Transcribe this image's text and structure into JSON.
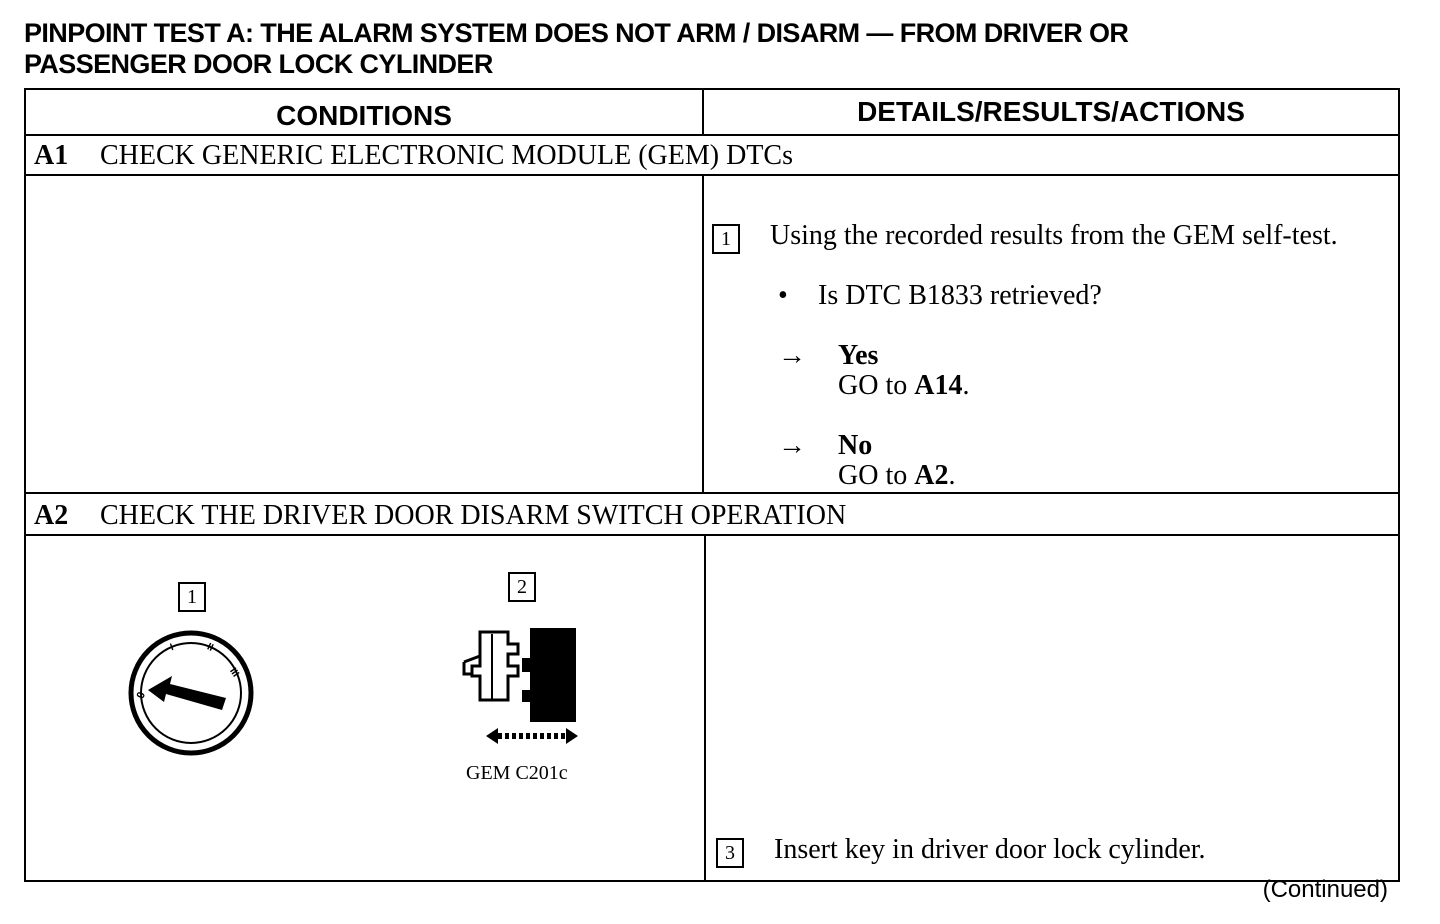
{
  "title": {
    "line1": "PINPOINT TEST A:  THE ALARM SYSTEM DOES NOT ARM / DISARM — FROM DRIVER OR",
    "line2": "PASSENGER DOOR LOCK CYLINDER"
  },
  "table": {
    "headers": {
      "conditions": "CONDITIONS",
      "details": "DETAILS/RESULTS/ACTIONS"
    },
    "sections": [
      {
        "id": "A1",
        "title": "CHECK GENERIC ELECTRONIC MODULE (GEM) DTCs",
        "steps": [
          {
            "number": "1",
            "text": "Using the recorded results from the GEM self-test.",
            "bullet": "•",
            "question": "Is DTC B1833 retrieved?",
            "results": [
              {
                "arrow": "→",
                "answer": "Yes",
                "action_prefix": "GO to ",
                "action_target": "A14",
                "action_suffix": "."
              },
              {
                "arrow": "→",
                "answer": "No",
                "action_prefix": "GO to ",
                "action_target": "A2",
                "action_suffix": "."
              }
            ]
          }
        ]
      },
      {
        "id": "A2",
        "title": "CHECK THE DRIVER DOOR DISARM SWITCH OPERATION",
        "conditions": [
          {
            "number": "1",
            "illustration": "ignition-key-cylinder-icon"
          },
          {
            "number": "2",
            "illustration": "connector-icon",
            "caption": "GEM C201c"
          }
        ],
        "steps": [
          {
            "number": "3",
            "text": "Insert key in driver door lock cylinder."
          }
        ]
      }
    ]
  },
  "footer": {
    "continued": "(Continued)"
  }
}
